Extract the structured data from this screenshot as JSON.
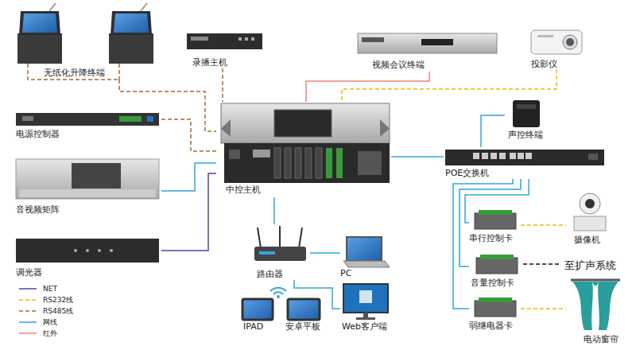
{
  "diagram": {
    "nodes": [
      {
        "text": [
          "无纸化升降终端"
        ]
      },
      {
        "text": [
          "录播主机"
        ]
      },
      {
        "text": [
          "视频会议终端"
        ]
      },
      {
        "text": [
          "投影仪"
        ]
      },
      {
        "text": [
          "电源控制器"
        ]
      },
      {
        "text": [
          "中控主机"
        ]
      },
      {
        "text": [
          "音视频矩阵"
        ]
      },
      {
        "text": [
          "调光器"
        ]
      },
      {
        "text": [
          "声控终端"
        ]
      },
      {
        "text": [
          "POE交换机"
        ]
      },
      {
        "text": [
          "摄像机"
        ]
      },
      {
        "text": [
          "串行控制卡"
        ]
      },
      {
        "text": [
          "音量控制卡"
        ]
      },
      {
        "text": [
          "弱继电器卡"
        ]
      },
      {
        "text": [
          "电动窗帘"
        ]
      },
      {
        "text": [
          "路由器"
        ]
      },
      {
        "text": [
          "PC"
        ]
      },
      {
        "text": [
          "IPAD"
        ]
      },
      {
        "text": [
          "安卓平板"
        ]
      },
      {
        "text": [
          "Web客户端"
        ]
      }
    ],
    "edges": [
      {
        "from": 0,
        "to": 5,
        "arrow": "none"
      },
      {
        "from": 1,
        "to": 5,
        "arrow": "none"
      },
      {
        "from": 2,
        "to": 5,
        "arrow": "none"
      },
      {
        "from": 3,
        "to": 5,
        "arrow": "none"
      },
      {
        "from": 4,
        "to": 5,
        "arrow": "none"
      },
      {
        "from": 6,
        "to": 5,
        "arrow": "none"
      },
      {
        "from": 7,
        "to": 5,
        "arrow": "none"
      },
      {
        "from": 5,
        "to": 9,
        "arrow": "none"
      },
      {
        "from": 9,
        "to": 8,
        "arrow": "none"
      },
      {
        "from": 9,
        "to": 11,
        "arrow": "none"
      },
      {
        "from": 9,
        "to": 12,
        "arrow": "none"
      },
      {
        "from": 9,
        "to": 13,
        "arrow": "none"
      },
      {
        "from": 11,
        "to": 10,
        "arrow": "none"
      },
      {
        "from": 13,
        "to": 14,
        "arrow": "none"
      },
      {
        "from": 5,
        "to": 15,
        "arrow": "none"
      },
      {
        "from": 15,
        "to": 16,
        "arrow": "none"
      },
      {
        "from": 15,
        "to": 19,
        "arrow": "none"
      }
    ],
    "labels": [
      "至扩声系统"
    ],
    "legend": [
      {
        "text": "NET"
      },
      {
        "text": "RS232线"
      },
      {
        "text": "RS485线"
      },
      {
        "text": "网线"
      },
      {
        "text": "红外"
      }
    ]
  }
}
